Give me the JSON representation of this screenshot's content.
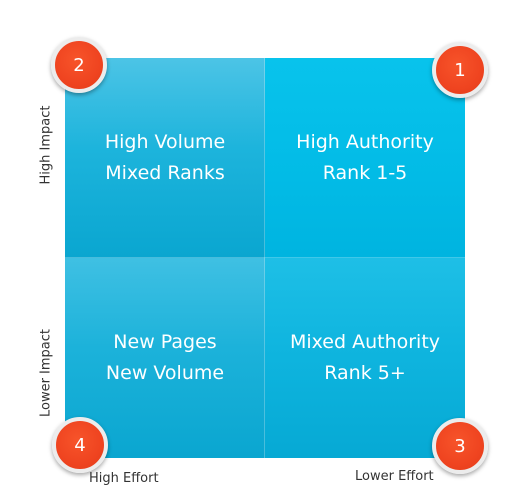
{
  "quadrants": {
    "top_left": {
      "line1": "High Volume",
      "line2": "Mixed Ranks"
    },
    "top_right": {
      "line1": "High Authority",
      "line2": "Rank 1-5"
    },
    "bottom_left": {
      "line1": "New Pages",
      "line2": "New Volume"
    },
    "bottom_right": {
      "line1": "Mixed Authority",
      "line2": "Rank 5+"
    }
  },
  "badges": {
    "top_left": "2",
    "top_right": "1",
    "bottom_left": "4",
    "bottom_right": "3"
  },
  "axes": {
    "y_high": "High Impact",
    "y_low": "Lower Impact",
    "x_high": "High Effort",
    "x_low": "Lower Effort"
  },
  "colors": {
    "quadrant_cyan": "#00b4e0",
    "badge_red": "#ef4420",
    "badge_ring": "#ececec"
  }
}
